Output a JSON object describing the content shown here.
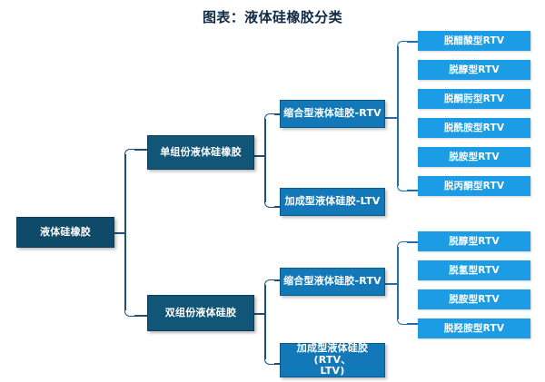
{
  "title": "图表：液体硅橡胶分类",
  "colors": {
    "background": "#ffffff",
    "title_text": "#0f2b46",
    "root_fill": "#104a69",
    "level1_fill": "#125677",
    "level2_fill": "#1378b8",
    "leaf_fill": "#1b9ce5",
    "connector": "#1f4e79",
    "connector_light": "#1f6eb0",
    "node_text": "#ffffff"
  },
  "tree": {
    "root": {
      "label": "液体硅橡胶"
    },
    "branches": [
      {
        "label": "单组份液体硅橡胶",
        "children": [
          {
            "label": "缩合型液体硅胶-RTV",
            "leaves": [
              "脱醋酸型RTV",
              "脱醇型RTV",
              "脱酮肟型RTV",
              "脱酰胺型RTV",
              "脱胺型RTV",
              "脱丙酮型RTV"
            ]
          },
          {
            "label": "加成型液体硅胶-LTV",
            "leaves": []
          }
        ]
      },
      {
        "label": "双组份液体硅胶",
        "children": [
          {
            "label": "缩合型液体硅胶-RTV",
            "leaves": [
              "脱醇型RTV",
              "脱氢型RTV",
              "脱胺型RTV",
              "脱羟胺型RTV"
            ]
          },
          {
            "label": "加成型液体硅胶(RTV、\nLTV)",
            "leaves": []
          }
        ]
      }
    ]
  }
}
